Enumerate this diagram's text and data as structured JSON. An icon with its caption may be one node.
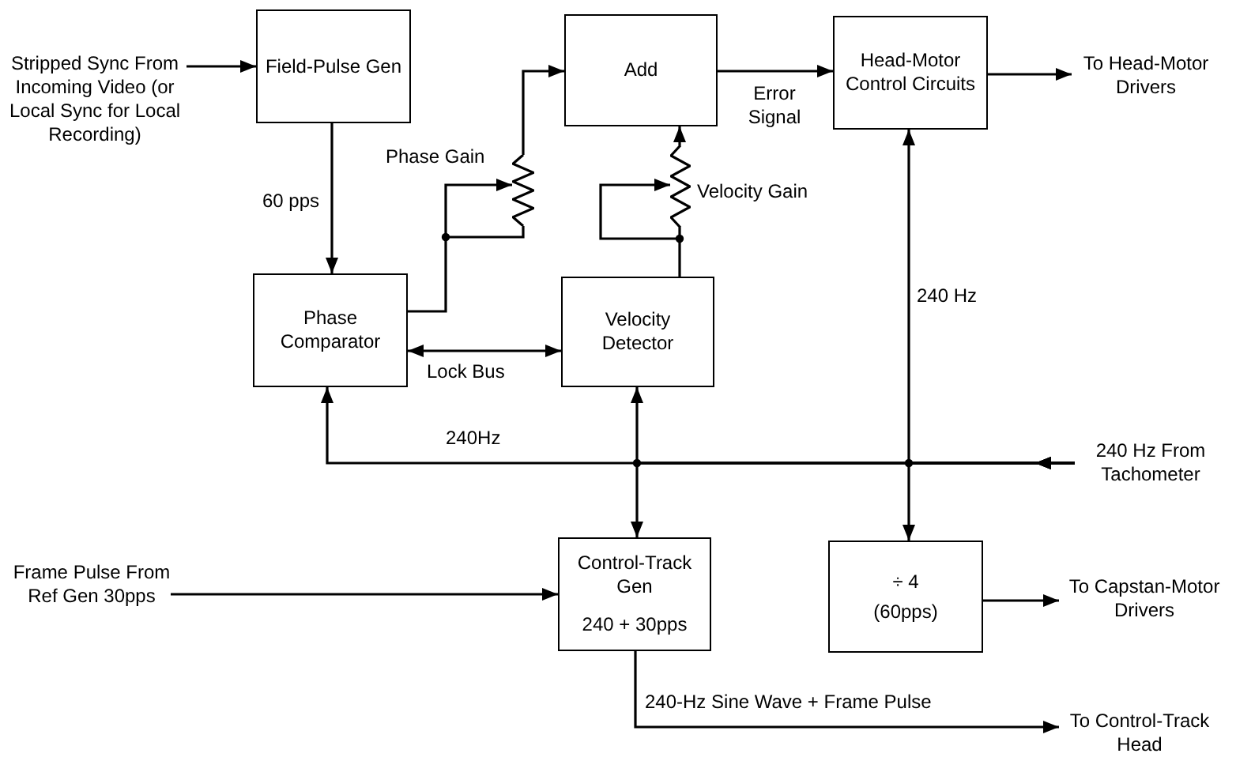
{
  "diagram": {
    "nodes": [
      {
        "text": [
          "Stripped Sync From Incoming Video (or Local Sync for Local Recording)"
        ]
      },
      {
        "text": [
          "Field-Pulse Gen"
        ]
      },
      {
        "text": [
          "Add"
        ]
      },
      {
        "text": [
          "Head-Motor Control Circuits"
        ]
      },
      {
        "text": [
          "To Head-Motor Drivers"
        ]
      },
      {
        "text": [],
        "shape": "resistor",
        "beside": [
          "Phase Gain"
        ]
      },
      {
        "text": [],
        "shape": "resistor",
        "beside": [
          "Velocity Gain"
        ]
      },
      {
        "text": [
          "Phase Comparator"
        ]
      },
      {
        "text": [
          "Velocity Detector"
        ]
      },
      {
        "text": [
          "Control-Track Gen",
          "240 + 30pps"
        ]
      },
      {
        "text": [
          "÷ 4",
          "(60pps)"
        ]
      },
      {
        "text": [
          "240 Hz From Tachometer"
        ]
      },
      {
        "text": [
          "Frame Pulse From Ref Gen 30pps"
        ]
      },
      {
        "text": [
          "To Capstan-Motor Drivers"
        ]
      },
      {
        "text": [
          "To Control-Track Head"
        ]
      }
    ],
    "edges": [
      {
        "from": 0,
        "to": 1,
        "arrow": "to"
      },
      {
        "from": 1,
        "to": 7,
        "arrow": "to",
        "label": "60 pps"
      },
      {
        "from": 5,
        "to": 2,
        "arrow": "to"
      },
      {
        "from": 6,
        "to": 2,
        "arrow": "to"
      },
      {
        "from": 2,
        "to": 3,
        "arrow": "to",
        "label": "Error Signal"
      },
      {
        "from": 3,
        "to": 4,
        "arrow": "to"
      },
      {
        "from": 7,
        "to": 5,
        "arrow": "to"
      },
      {
        "from": 8,
        "to": 6,
        "arrow": "to"
      },
      {
        "from": 7,
        "to": 8,
        "arrow": "both",
        "label": "Lock Bus"
      },
      {
        "from": 11,
        "to": 7,
        "arrow": "to",
        "label": "240Hz"
      },
      {
        "from": 11,
        "to": 8,
        "arrow": "to"
      },
      {
        "from": 11,
        "to": 9,
        "arrow": "to"
      },
      {
        "from": 11,
        "to": 3,
        "arrow": "to",
        "label": "240 Hz"
      },
      {
        "from": 11,
        "to": 10,
        "arrow": "to"
      },
      {
        "from": 12,
        "to": 9,
        "arrow": "to"
      },
      {
        "from": 10,
        "to": 13,
        "arrow": "to"
      },
      {
        "from": 9,
        "to": 14,
        "arrow": "to",
        "label": "240-Hz Sine Wave + Frame Pulse"
      }
    ]
  }
}
